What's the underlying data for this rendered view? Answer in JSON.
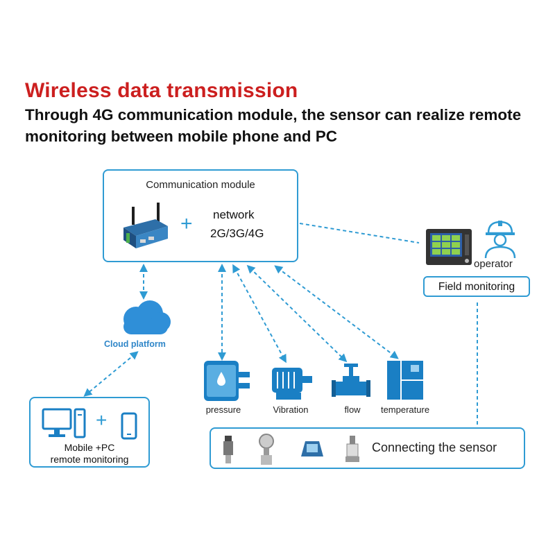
{
  "header": {
    "title": "Wireless data transmission",
    "subtitle": "Through 4G communication module, the sensor can realize remote monitoring between mobile phone and PC"
  },
  "comm_module": {
    "title": "Communication module",
    "network_label": "network",
    "network_types": "2G/3G/4G",
    "plus": "+"
  },
  "cloud": {
    "label": "Cloud platform"
  },
  "field": {
    "operator_label": "operator",
    "monitoring_label": "Field monitoring"
  },
  "mobile": {
    "plus": "+",
    "label": "Mobile +PC\nremote monitoring"
  },
  "sensors": {
    "items": [
      {
        "label": "pressure",
        "icon": "pressure-tank-icon"
      },
      {
        "label": "Vibration",
        "icon": "motor-icon"
      },
      {
        "label": "flow",
        "icon": "valve-icon"
      },
      {
        "label": "temperature",
        "icon": "cabinet-icon"
      }
    ]
  },
  "connecting": {
    "label": "Connecting the sensor"
  },
  "colors": {
    "accent": "#2f9bd3",
    "title_red": "#cc1f1f",
    "icon_blue": "#1a7fc4"
  }
}
